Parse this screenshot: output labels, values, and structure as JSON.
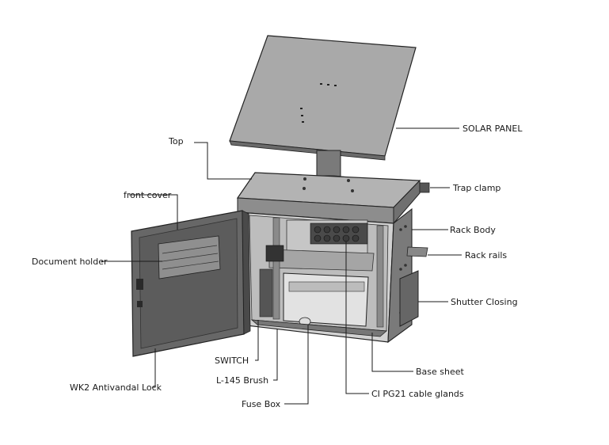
{
  "labels": {
    "solar_panel": "SOLAR PANEL",
    "top": "Top",
    "trap_clamp": "Trap clamp",
    "front_cover": "front cover",
    "rack_body": "Rack Body",
    "document_holder": "Document holder",
    "rack_rails": "Rack rails",
    "shutter_closing": "Shutter Closing",
    "switch": "SWITCH",
    "base_sheet": "Base sheet",
    "l145_brush": "L-145 Brush",
    "wk2_lock": "WK2 Antivandal Lock",
    "cable_glands": "CI PG21 cable glands",
    "fuse_box": "Fuse Box"
  },
  "colors": {
    "line": "#1a1a1a",
    "panel_top": "#a7a7a7",
    "body_dark": "#6f6f6f",
    "body_mid": "#8c8c8c",
    "interior": "#cfcfcf"
  }
}
